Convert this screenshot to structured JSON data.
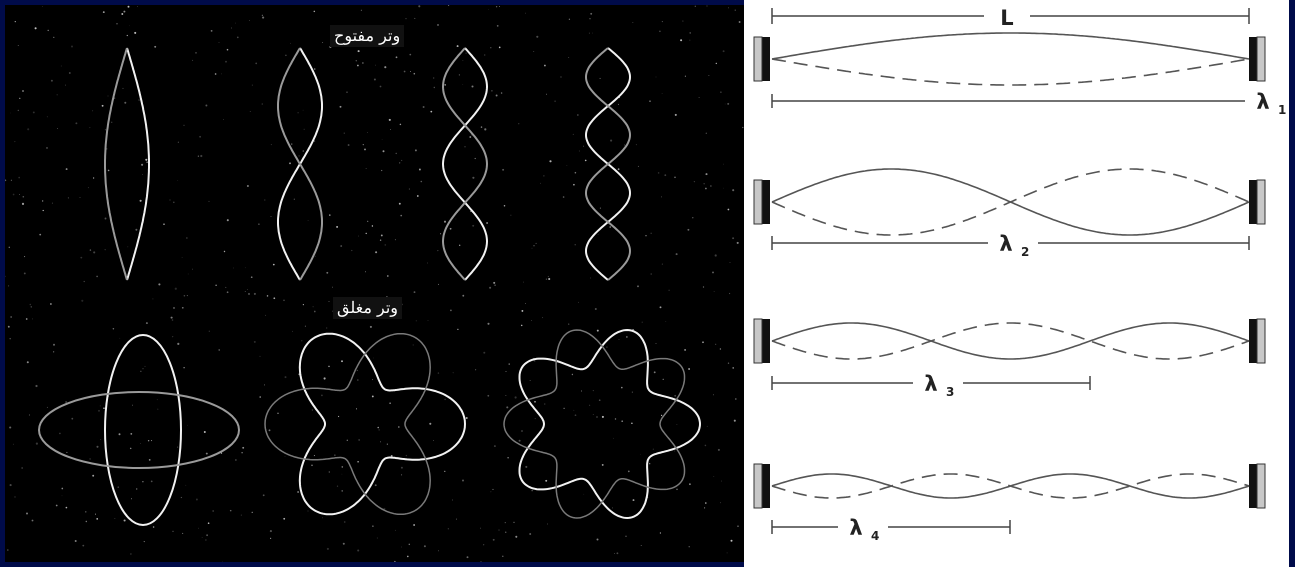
{
  "captions": {
    "open_string": "وتر مفتوح",
    "closed_string": "وتر مغلق"
  },
  "diagram": {
    "length_label": "L",
    "modes": [
      {
        "symbol": "λ",
        "index": "1",
        "half_waves": 1
      },
      {
        "symbol": "λ",
        "index": "2",
        "half_waves": 2
      },
      {
        "symbol": "λ",
        "index": "3",
        "half_waves": 3
      },
      {
        "symbol": "λ",
        "index": "4",
        "half_waves": 4
      }
    ],
    "closed_string_lobes": [
      2,
      6,
      10
    ],
    "colors": {
      "left_background": "#000000",
      "wave_line": "#555555",
      "clamp": "#111111"
    }
  }
}
